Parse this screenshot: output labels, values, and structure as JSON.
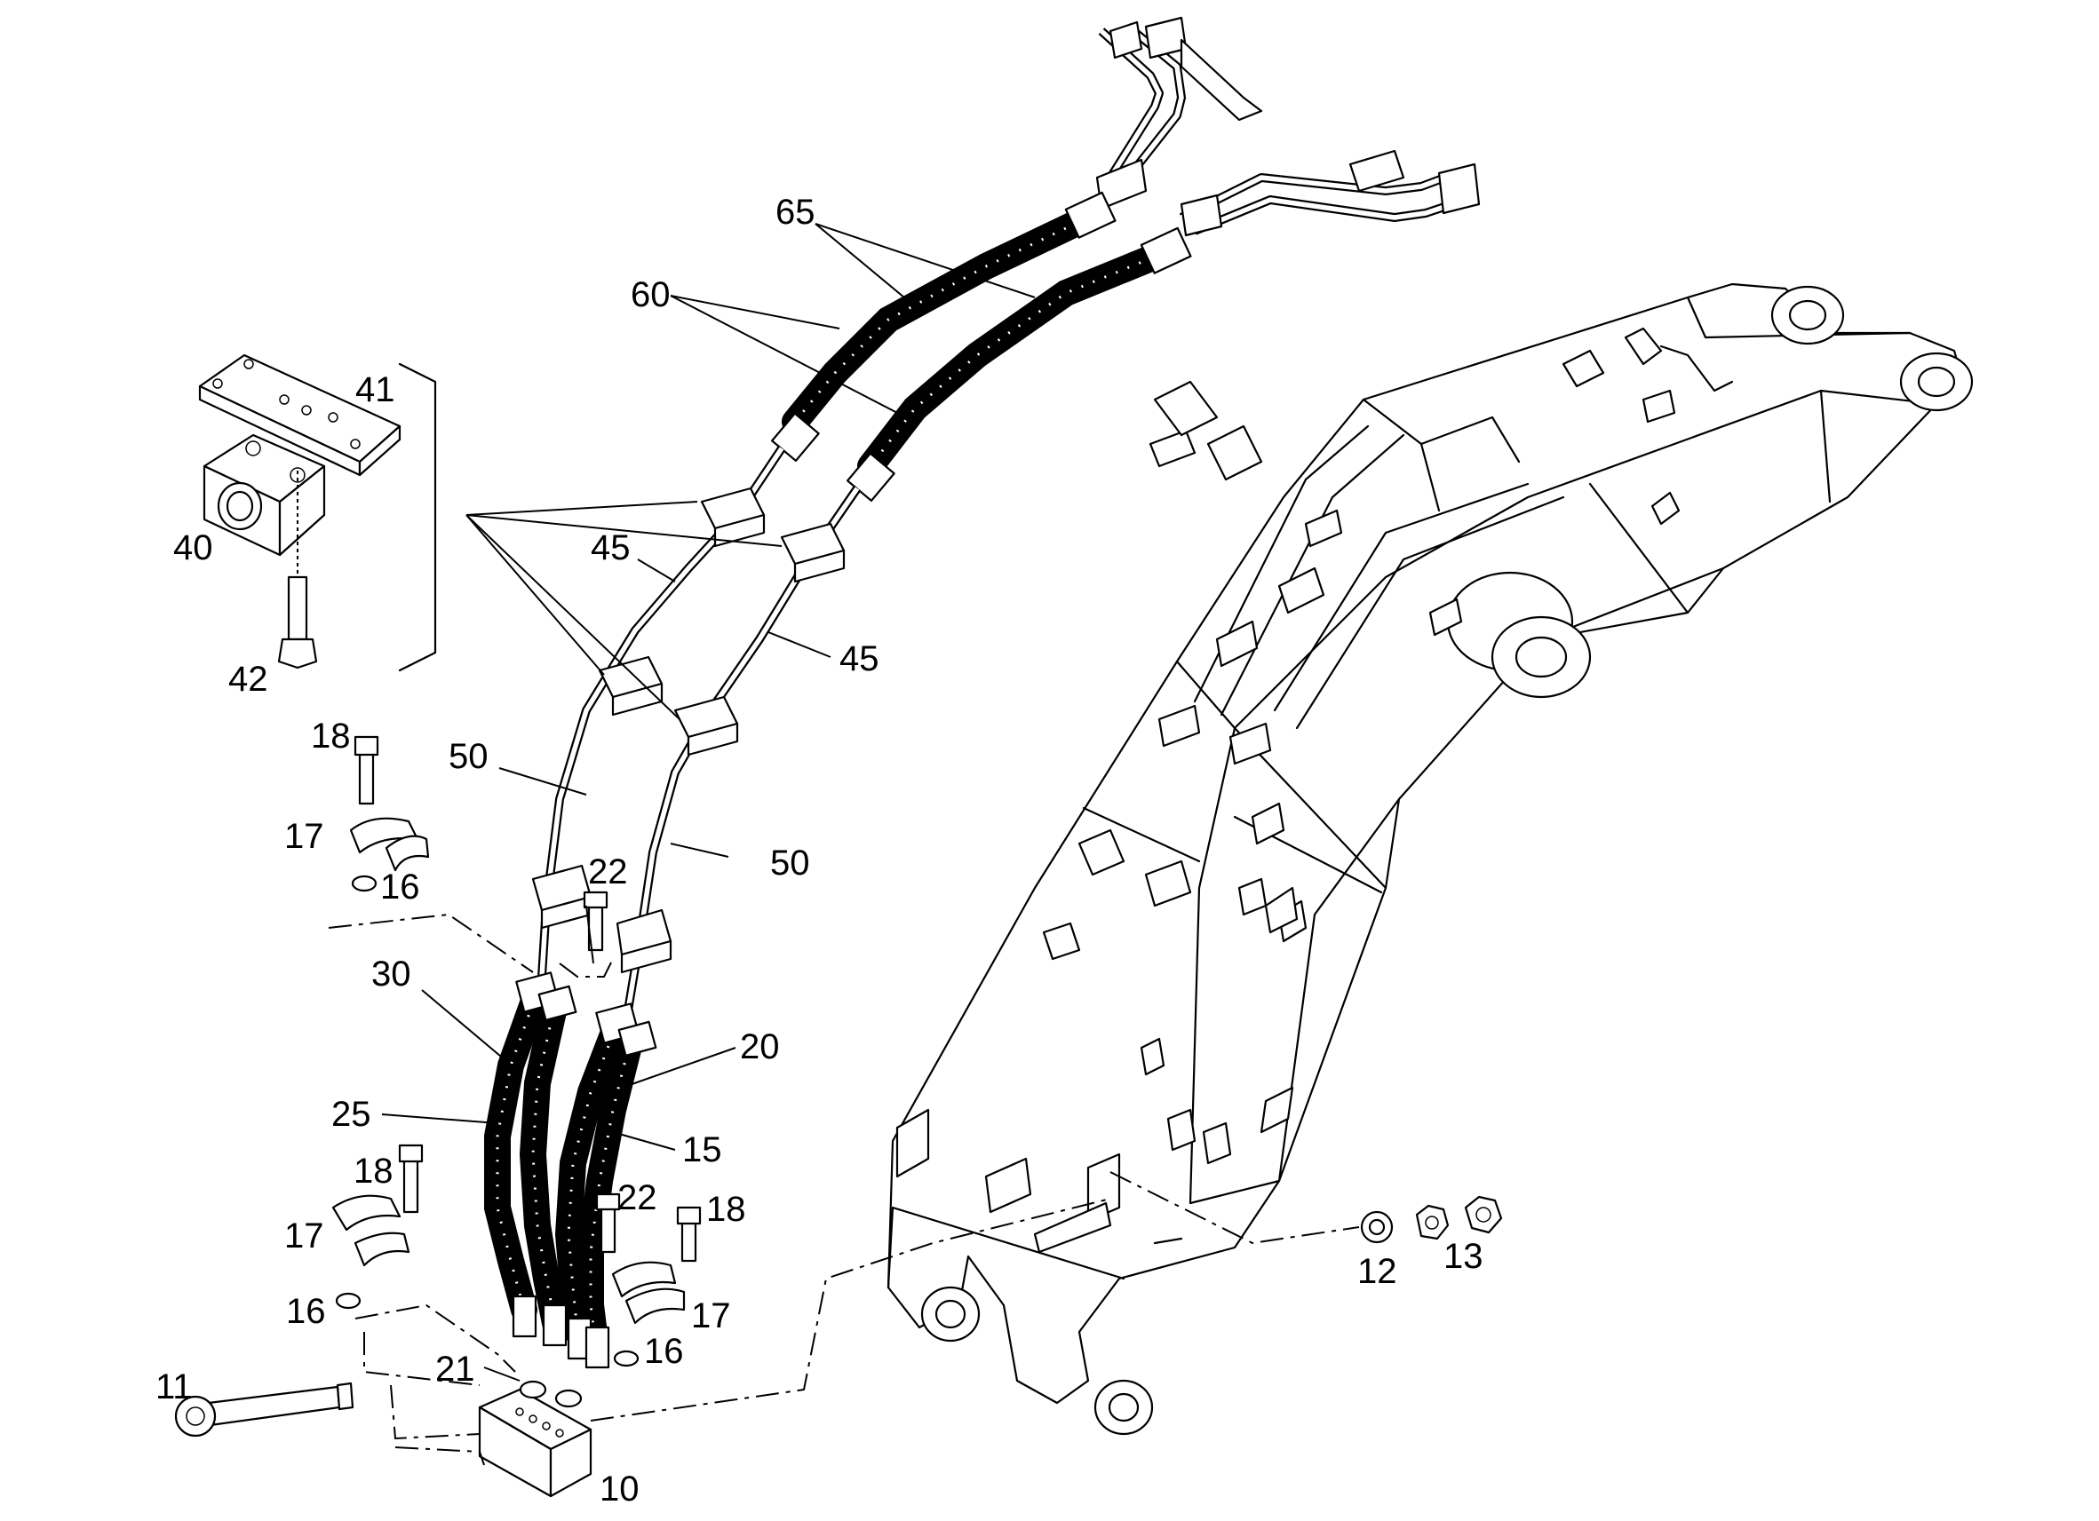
{
  "callouts": {
    "c65": "65",
    "c60": "60",
    "c41": "41",
    "c40": "40",
    "c42": "42",
    "c45a": "45",
    "c45b": "45",
    "c50a": "50",
    "c50b": "50",
    "c18a": "18",
    "c17a": "17",
    "c16a": "16",
    "c22a": "22",
    "c30": "30",
    "c20": "20",
    "c25": "25",
    "c15": "15",
    "c18b": "18",
    "c22b": "22",
    "c18c": "18",
    "c17b": "17",
    "c17c": "17",
    "c16b": "16",
    "c16c": "16",
    "c11": "11",
    "c21": "21",
    "c10": "10",
    "c12": "12",
    "c13": "13"
  }
}
